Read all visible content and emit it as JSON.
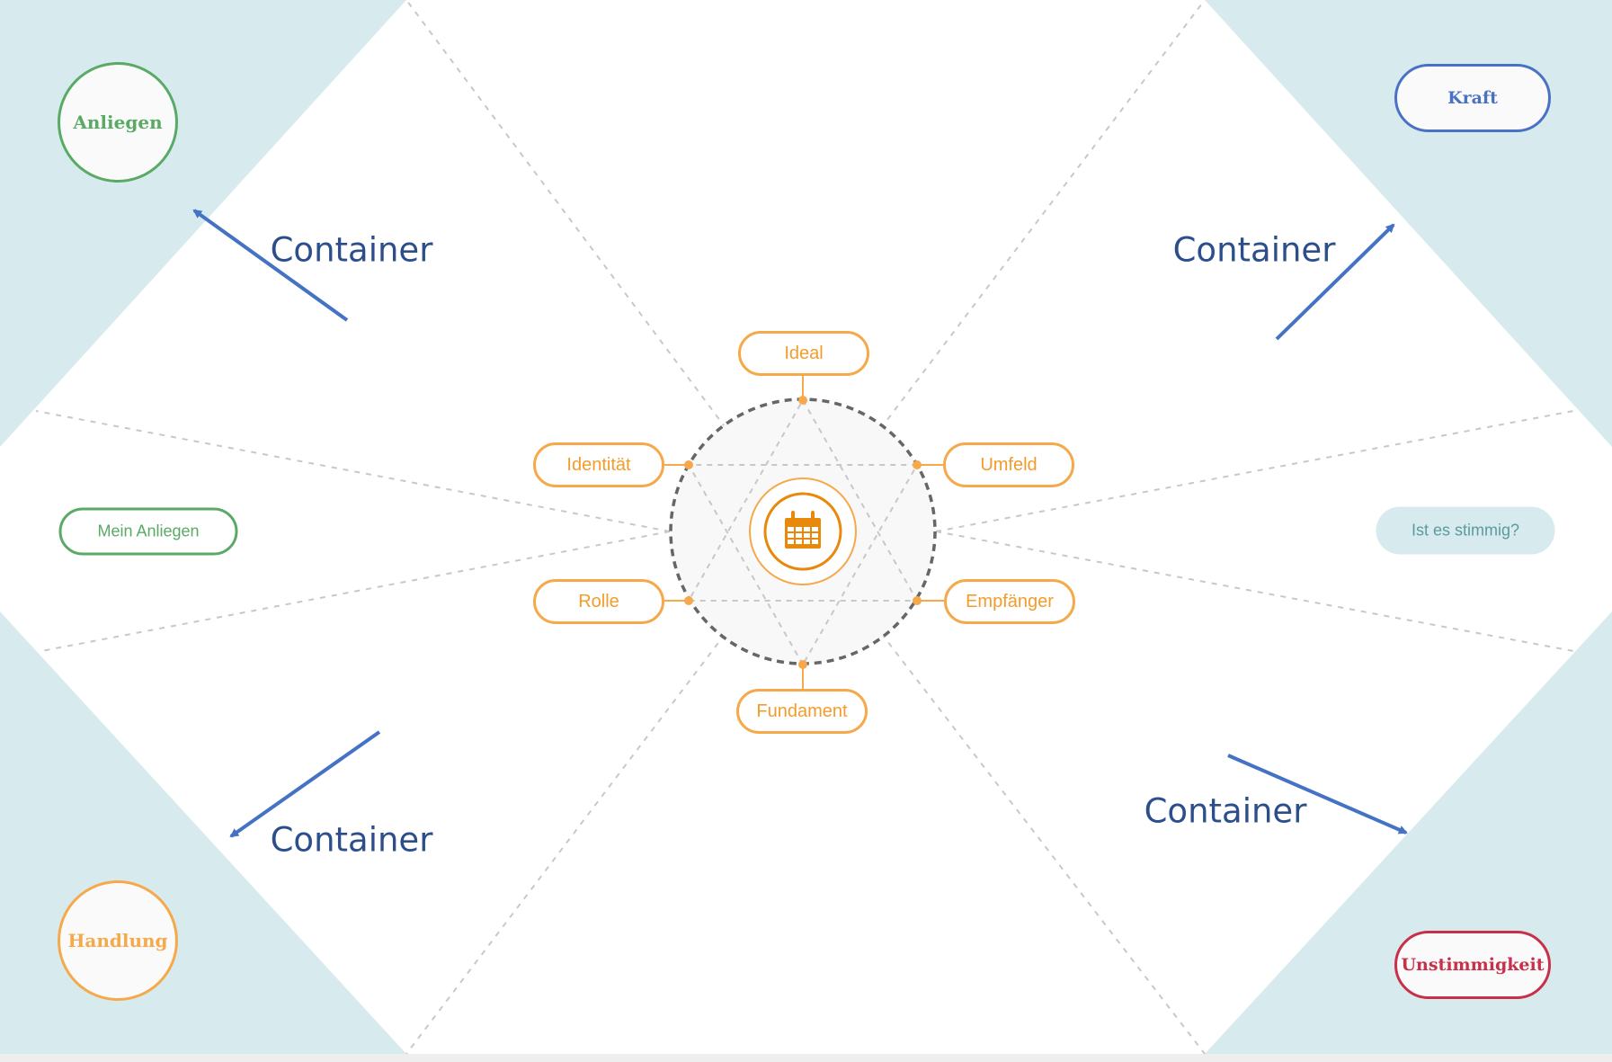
{
  "corners": {
    "top_left": "Anliegen",
    "top_right": "Kraft",
    "bottom_left": "Handlung",
    "bottom_right": "Unstimmigkeit"
  },
  "side": {
    "left": "Mein Anliegen",
    "right": "Ist es stimmig?"
  },
  "hub": {
    "center_icon": "calendar-icon",
    "nodes": {
      "top": "Ideal",
      "upper_left": "Identität",
      "upper_right": "Umfeld",
      "lower_left": "Rolle",
      "lower_right": "Empfänger",
      "bottom": "Fundament"
    }
  },
  "annotations": [
    "Container",
    "Container",
    "Container",
    "Container"
  ],
  "colors": {
    "teal_region": "#d7ebee",
    "orange": "#f5a94a",
    "green": "#5aaa66",
    "blue": "#4a72c4",
    "red": "#c8304a",
    "annotation": "#2c4f8c",
    "arrow": "#4472c4"
  }
}
